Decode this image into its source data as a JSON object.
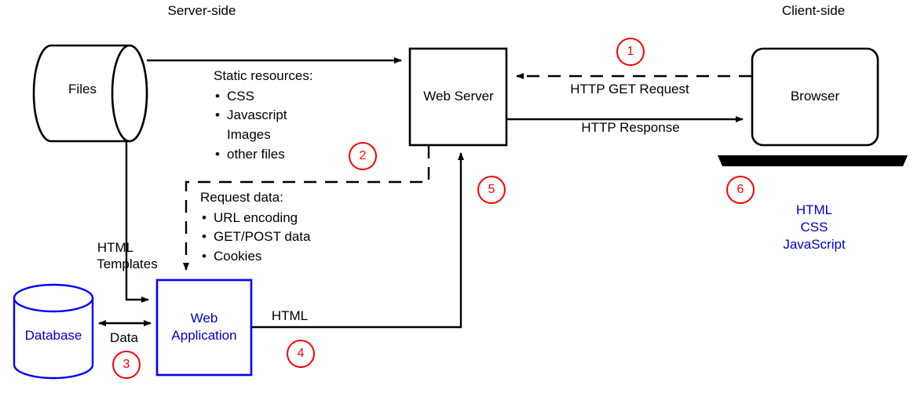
{
  "diagram": {
    "title_left": "Server-side",
    "title_right": "Client-side",
    "nodes": {
      "files": {
        "label": "Files",
        "shape": "cylinder-horizontal",
        "color": "#000000"
      },
      "database": {
        "label": "Database",
        "shape": "cylinder-vertical",
        "color": "#0000ff"
      },
      "web_application": {
        "label_line1": "Web",
        "label_line2": "Application",
        "shape": "rect",
        "color": "#0000ff"
      },
      "web_server": {
        "label": "Web Server",
        "shape": "rect",
        "color": "#000000"
      },
      "browser": {
        "label": "Browser",
        "shape": "rounded-rect",
        "color": "#000000"
      }
    },
    "edge_labels": {
      "http_get_request": "HTTP GET Request",
      "http_response": "HTTP Response",
      "html_from_app": "HTML",
      "data": "Data",
      "html_templates_line1": "HTML",
      "html_templates_line2": "Templates"
    },
    "static_resources": {
      "header": "Static resources:",
      "items": [
        "CSS",
        "Javascript",
        "Images",
        "other files"
      ],
      "bulleted": [
        true,
        true,
        false,
        true
      ]
    },
    "request_data": {
      "header": "Request data:",
      "items": [
        "URL encoding",
        "GET/POST data",
        "Cookies"
      ],
      "bulleted": [
        true,
        true,
        true
      ]
    },
    "client_technologies": [
      "HTML",
      "CSS",
      "JavaScript"
    ],
    "step_markers": [
      {
        "number": "1"
      },
      {
        "number": "2"
      },
      {
        "number": "3"
      },
      {
        "number": "4"
      },
      {
        "number": "5"
      },
      {
        "number": "6"
      }
    ],
    "colors": {
      "stroke_black": "#000000",
      "stroke_blue": "#0000ff",
      "text_blue": "#0000cc",
      "marker_red": "#ff0000",
      "background": "#ffffff"
    }
  }
}
